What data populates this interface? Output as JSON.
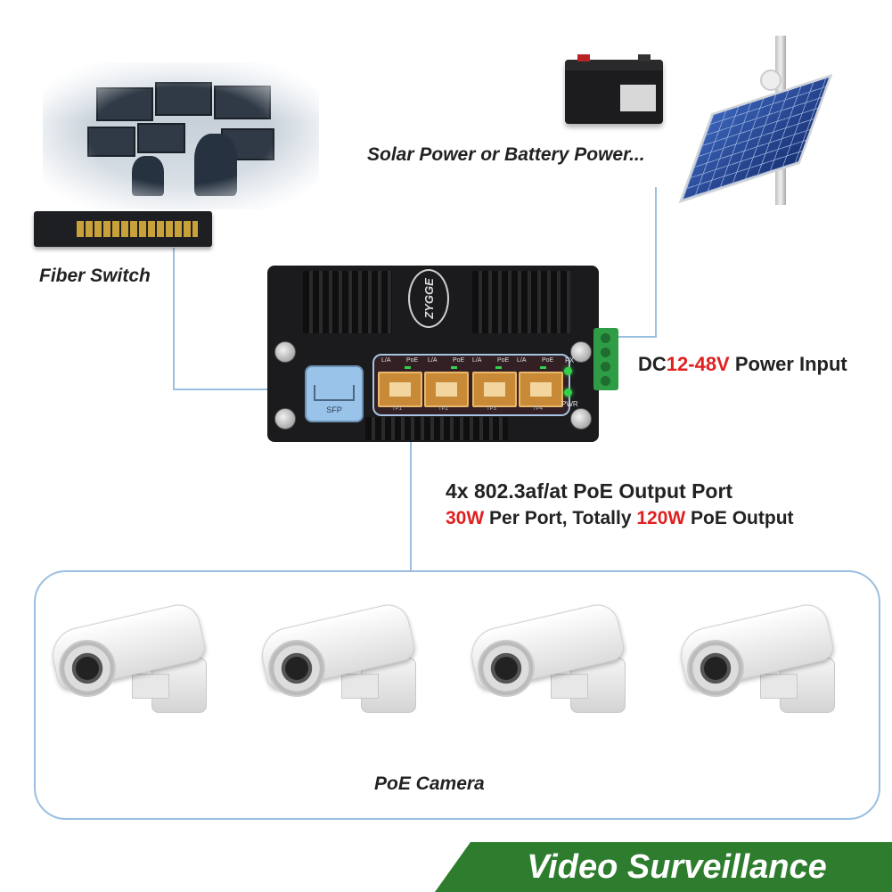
{
  "labels": {
    "power_source": "Solar Power or Battery Power...",
    "fiber_switch": "Fiber Switch",
    "power_input": {
      "prefix": "DC",
      "range": "12-48V",
      "suffix": " Power Input"
    },
    "poe_output": {
      "line1": "4x 802.3af/at PoE Output Port",
      "line2_w1": "30W",
      "line2_mid": " Per Port, Totally ",
      "line2_w2": "120W",
      "line2_end": " PoE Output"
    },
    "cameras": "PoE Camera",
    "banner": "Video Surveillance"
  },
  "device": {
    "logo": "ZYGGE",
    "sfp_label": "SFP",
    "led_labels": [
      "L/A",
      "PoE",
      "L/A",
      "PoE",
      "L/A",
      "PoE",
      "L/A",
      "PoE"
    ],
    "port_labels": [
      "TP1",
      "TP2",
      "TP3",
      "TP4"
    ],
    "status_fx": "FX",
    "status_pwr": "PWR"
  },
  "colors": {
    "accent_red": "#e02020",
    "banner_green": "#2e7d2e",
    "connector_blue": "#9bbfdf"
  }
}
